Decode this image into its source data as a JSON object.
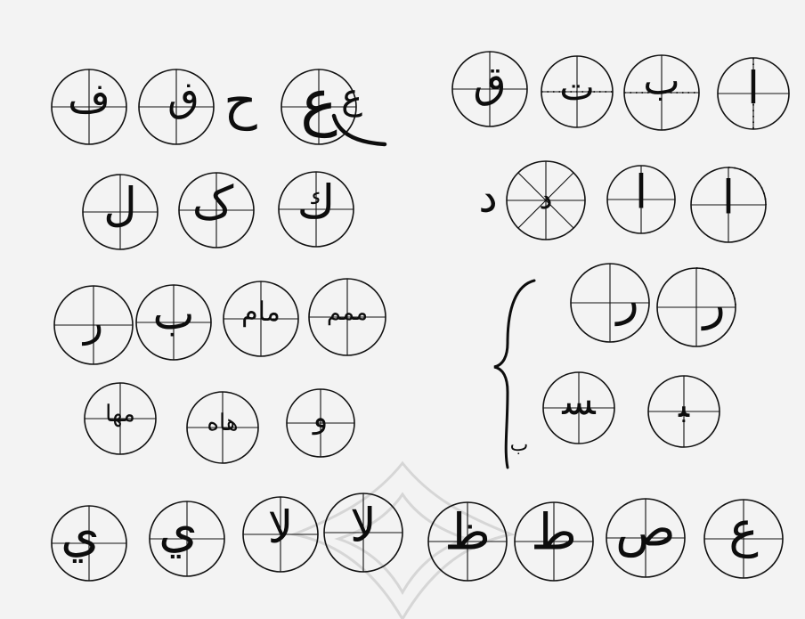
{
  "diagrams": [
    {
      "glyph": "ف"
    },
    {
      "glyph": "ڧ"
    },
    {
      "glyph": "ع"
    },
    {
      "glyph": "ق"
    },
    {
      "glyph": "ت"
    },
    {
      "glyph": "ب"
    },
    {
      "glyph": "ا"
    },
    {
      "glyph": "ل"
    },
    {
      "glyph": "ک"
    },
    {
      "glyph": "ك"
    },
    {
      "glyph": "د"
    },
    {
      "glyph": "ا"
    },
    {
      "glyph": "ا"
    },
    {
      "glyph": "ر"
    },
    {
      "glyph": "ب"
    },
    {
      "glyph": "مام"
    },
    {
      "glyph": "ممم"
    },
    {
      "glyph": "ر"
    },
    {
      "glyph": "ر"
    },
    {
      "glyph": "مها"
    },
    {
      "glyph": "هاه"
    },
    {
      "glyph": "و"
    },
    {
      "glyph": "ﺴ"
    },
    {
      "glyph": "ﺒ"
    },
    {
      "glyph": "ي"
    },
    {
      "glyph": "ي"
    },
    {
      "glyph": "لا"
    },
    {
      "glyph": "لا"
    },
    {
      "glyph": "ظ"
    },
    {
      "glyph": "ط"
    },
    {
      "glyph": "ص"
    },
    {
      "glyph": "ع"
    }
  ],
  "free_glyphs": [
    "ع",
    "ح",
    "د",
    "ب"
  ]
}
